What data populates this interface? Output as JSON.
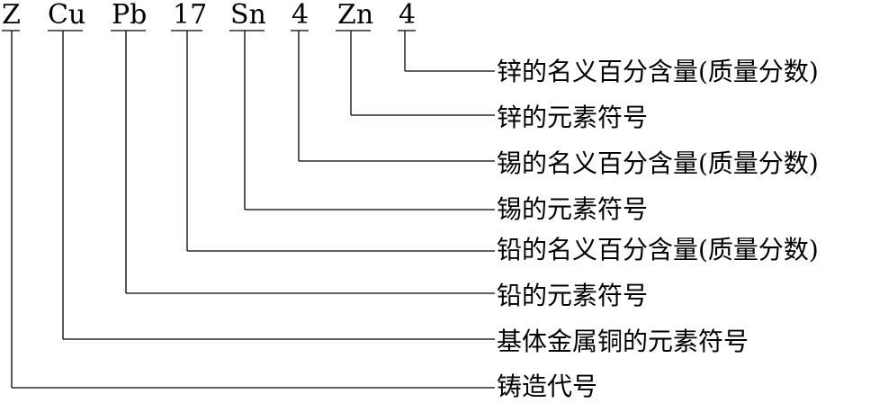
{
  "designation": [
    "Z",
    "Cu",
    "Pb",
    "17",
    "Sn",
    "4",
    "Zn",
    "4"
  ],
  "labels": [
    "锌的名义百分含量(质量分数)",
    "锌的元素符号",
    "锡的名义百分含量(质量分数)",
    "锡的元素符号",
    "铅的名义百分含量(质量分数)",
    "铅的元素符号",
    "基体金属铜的元素符号",
    "铸造代号"
  ]
}
